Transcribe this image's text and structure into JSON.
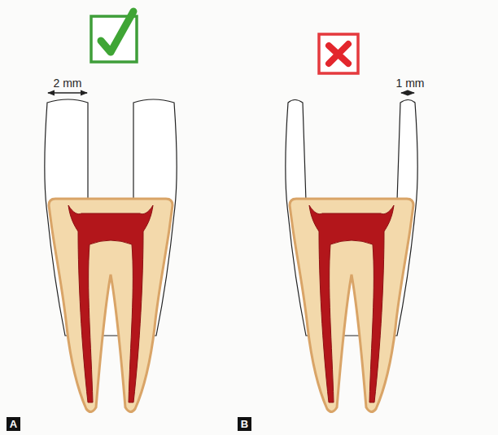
{
  "diagram": {
    "nodes": [
      {
        "text": [
          "A"
        ]
      },
      {
        "text": [
          "B"
        ]
      }
    ],
    "labels": [
      "2 mm",
      "1 mm"
    ]
  }
}
